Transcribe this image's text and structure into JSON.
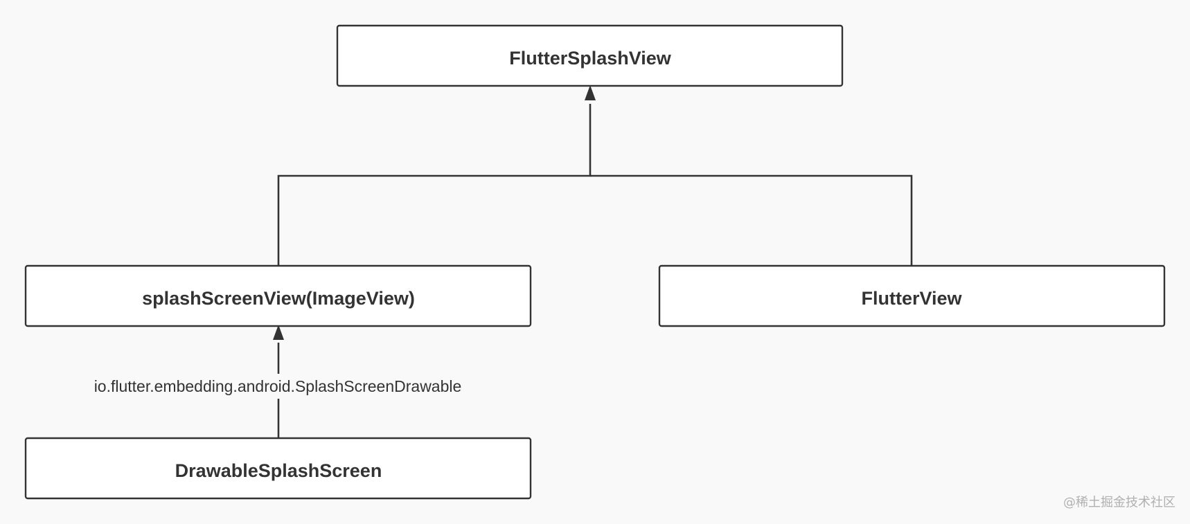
{
  "diagram": {
    "nodes": {
      "flutter_splash_view": {
        "label": "FlutterSplashView"
      },
      "splash_screen_view": {
        "label": "splashScreenView(ImageView)"
      },
      "flutter_view": {
        "label": "FlutterView"
      },
      "drawable_splash_screen": {
        "label": "DrawableSplashScreen"
      }
    },
    "edges": {
      "drawable_to_splash": {
        "label": "io.flutter.embedding.android.SplashScreenDrawable"
      }
    },
    "watermark": "@稀土掘金技术社区"
  }
}
